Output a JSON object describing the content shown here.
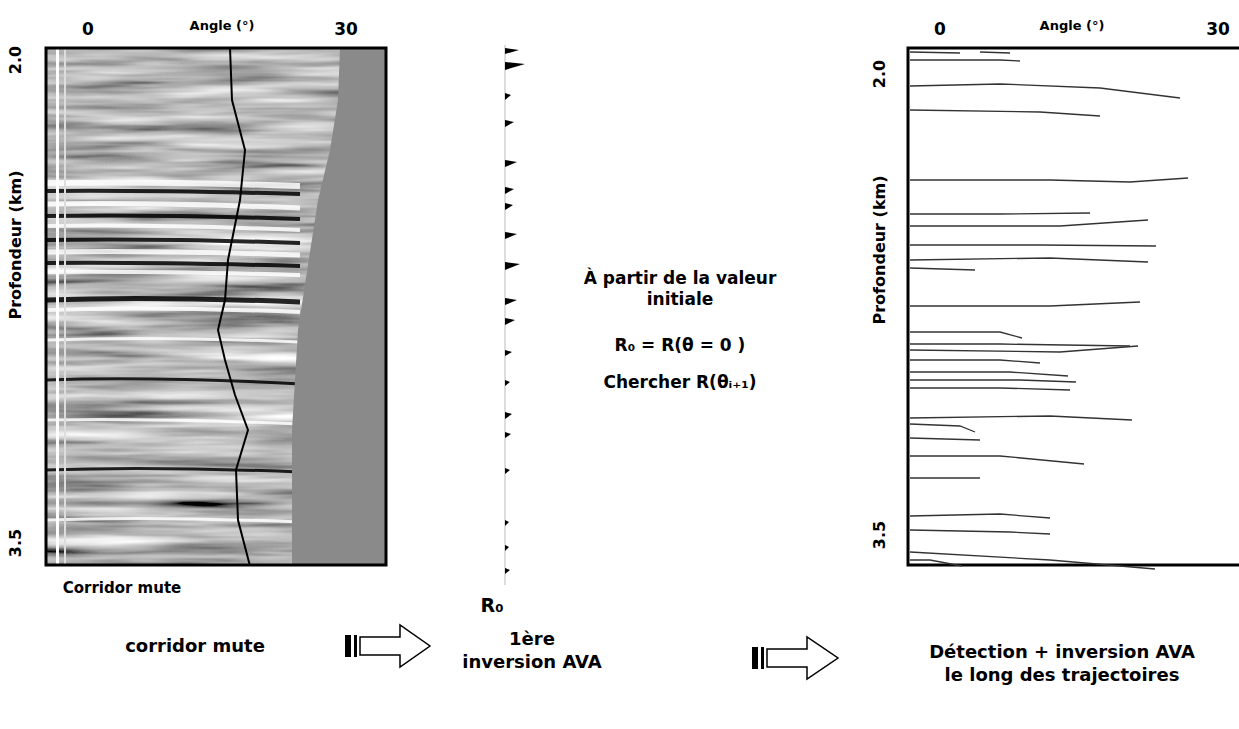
{
  "diagram": {
    "labels": [
      "0",
      "Angle (°)",
      "30",
      "2.0",
      "Profondeur (km)",
      "3.5",
      "Corridor mute",
      "R₀",
      "À partir de la valeur initiale",
      "R₀ = R(θ = 0 )",
      "Chercher R(θᵢ₊₁)",
      "0",
      "Angle (°)",
      "30",
      "2.0",
      "Profondeur (km)",
      "3.5",
      "corridor mute",
      "1ère inversion AVA",
      "Détection + inversion AVA le long des trajectoires"
    ]
  }
}
